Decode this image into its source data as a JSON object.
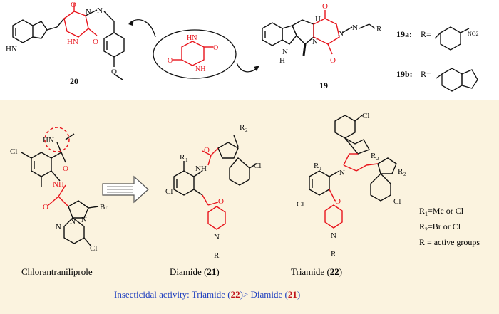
{
  "top_panel": {
    "compound_20": {
      "number": "20"
    },
    "compound_19": {
      "number": "19"
    },
    "variants": [
      {
        "label": "19a:",
        "r_eq": "R=",
        "substituent": "NO2"
      },
      {
        "label": "19b:",
        "r_eq": "R="
      }
    ],
    "atoms": {
      "nh": "NH",
      "hn": "HN",
      "n": "N",
      "o": "O",
      "r": "R",
      "h": "H"
    }
  },
  "bottom_panel": {
    "chlorantraniliprole": {
      "caption": "Chlorantraniliprole",
      "labels": {
        "hn": "HN",
        "nh": "NH",
        "cl1": "Cl",
        "cl2": "Cl",
        "br": "Br",
        "n1": "N",
        "n2": "N",
        "n3": "N",
        "o1": "O",
        "o2": "O"
      }
    },
    "diamide": {
      "caption_prefix": "Diamide (",
      "number": "21",
      "caption_suffix": ")",
      "labels": {
        "r1": "R",
        "r1_sub": "1",
        "r2": "R",
        "r2_sub": "2",
        "nh": "NH",
        "cl1": "Cl",
        "cl2": "Cl",
        "r": "R",
        "n": "N",
        "o": "O"
      }
    },
    "triamide": {
      "caption_prefix": "Triamide (",
      "number": "22",
      "caption_suffix": ")",
      "labels": {
        "r1": "R",
        "r1_sub": "1",
        "r2": "R",
        "r2_sub": "2",
        "r": "R",
        "cl": "Cl",
        "n": "N",
        "o": "O"
      }
    },
    "legend": [
      {
        "symbol": "R",
        "sub": "1",
        "text": "=Me or Cl"
      },
      {
        "symbol": "R",
        "sub": "2",
        "text": "=Br or Cl"
      },
      {
        "symbol": "R",
        "sub": "",
        "text": " = active groups"
      }
    ],
    "footer": {
      "prefix": "Insecticidal activity: Triamide (",
      "n1": "22",
      "middle": ")> Diamide (",
      "n2": "21",
      "suffix": ")"
    }
  },
  "colors": {
    "panel_bg": "#fbf3df",
    "bond": "#111111",
    "highlight": "#e8141c",
    "footer_text": "#1f3fbf",
    "footer_number": "#c0141c"
  }
}
